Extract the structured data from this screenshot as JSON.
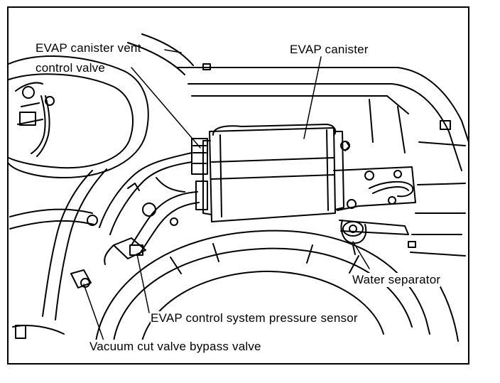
{
  "labels": {
    "vent_valve_line1": "EVAP canister vent",
    "vent_valve_line2": "control valve",
    "canister": "EVAP canister",
    "water_separator": "Water separator",
    "pressure_sensor": "EVAP control system pressure sensor",
    "bypass_valve": "Vacuum cut valve bypass valve"
  }
}
